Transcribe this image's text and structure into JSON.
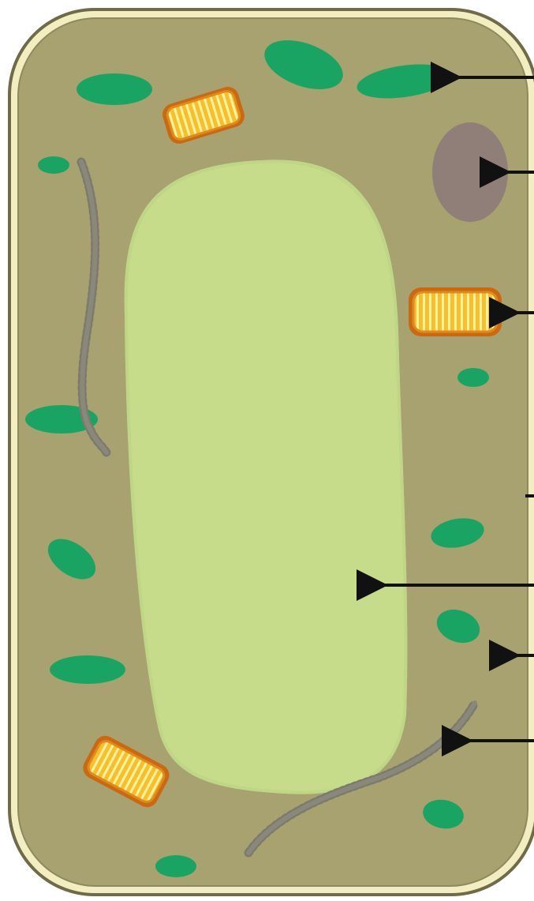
{
  "diagram": {
    "subject": "plant-cell",
    "colors": {
      "cell_wall_outer": "#6f6a48",
      "cell_wall_fill": "#f2eec2",
      "cytoplasm": "#a7a270",
      "vacuole": "#c6dc8a",
      "chloroplast": "#1aa463",
      "nucleus": "#8f7f78",
      "mitochondrion": "#f5b825",
      "mitochondrion_edge": "#c96a12",
      "er": "#7c7a6d",
      "arrow": "#111111"
    },
    "components": [
      {
        "name": "chloroplast",
        "icon": "chloroplast"
      },
      {
        "name": "nucleus",
        "icon": "nucleus"
      },
      {
        "name": "mitochondrion",
        "icon": "mitochondrion"
      },
      {
        "name": "cell-membrane",
        "icon": "line"
      },
      {
        "name": "vacuole",
        "icon": "vacuole"
      },
      {
        "name": "cytoplasm",
        "icon": "cytoplasm"
      },
      {
        "name": "endoplasmic-reticulum",
        "icon": "er"
      }
    ],
    "pointer_count": 7
  }
}
